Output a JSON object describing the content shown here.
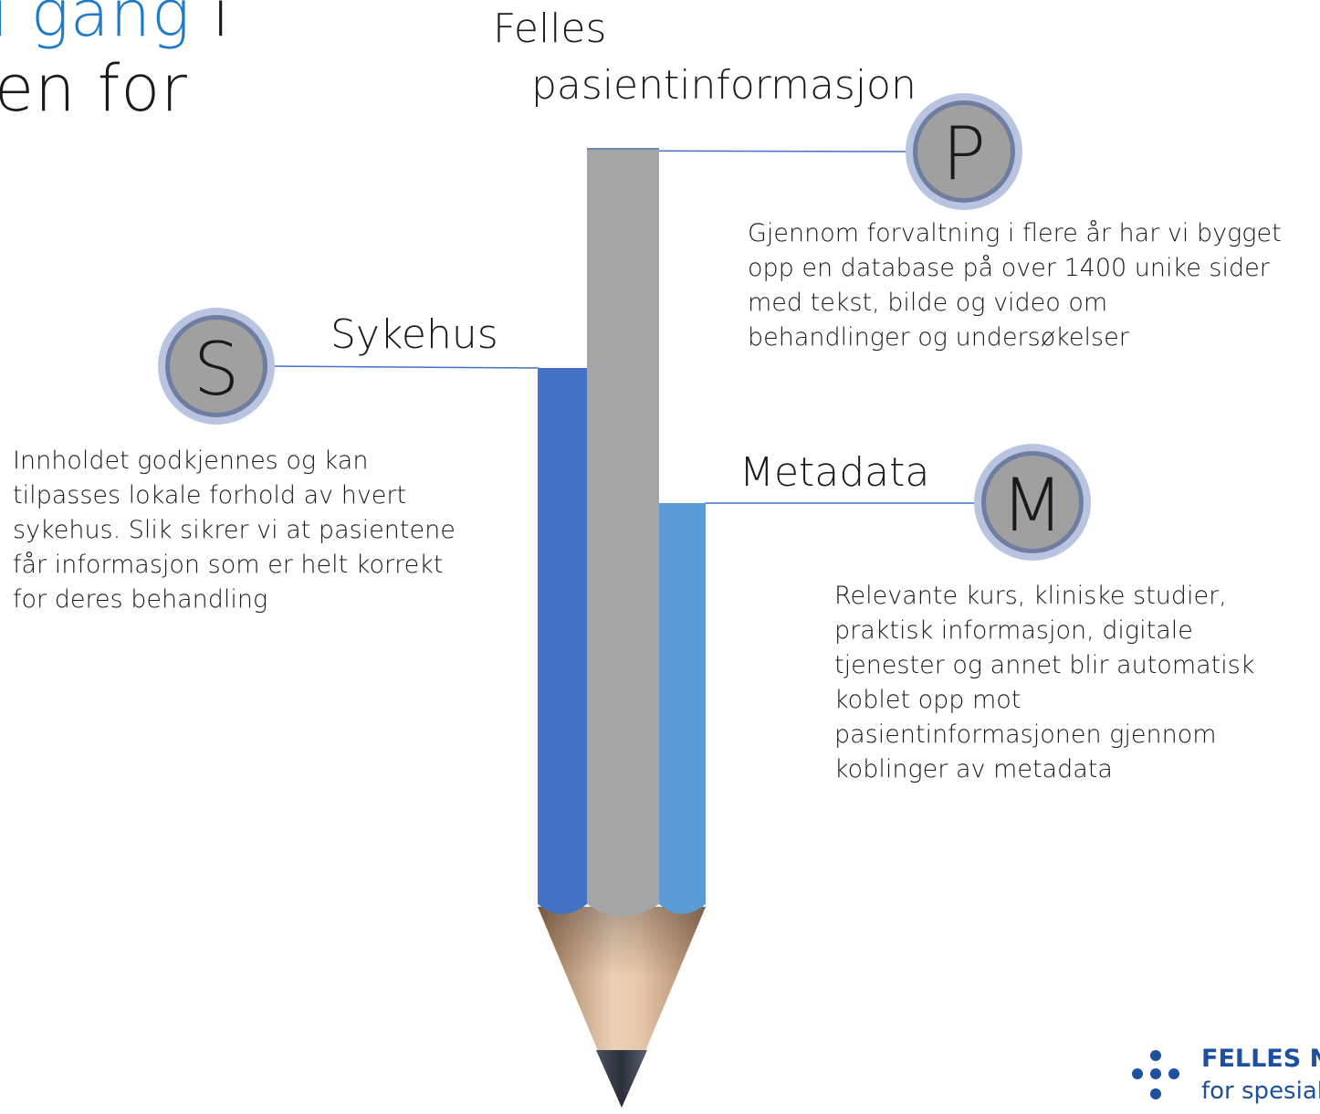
{
  "title": {
    "line1_accent": "i gang",
    "line1_tail": " i",
    "line2": "en for"
  },
  "pencil": {
    "colors": {
      "middle": "#a5a5a5",
      "left": "#4472c4",
      "right": "#5b9bd5",
      "wood_dark": "#a07a5c",
      "wood_light": "#e8c6aa",
      "tip": "#2e2e3a",
      "connector_line": "#4472c4",
      "circle_outer": "#b8c4e0",
      "circle_ring": "#6f7ea0",
      "circle_fill": "#a0a0a0"
    }
  },
  "sections": {
    "felles": {
      "label_line1": "Felles",
      "label_line2": "pasientinformasjon",
      "letter": "P",
      "description": [
        "Gjennom forvaltning i flere år har vi bygget",
        "opp en database på over 1400 unike sider",
        "med tekst, bilde og video om",
        "behandlinger og undersøkelser"
      ]
    },
    "sykehus": {
      "label": "Sykehus",
      "letter": "S",
      "description": [
        "Innholdet godkjennes og kan",
        "tilpasses lokale forhold av hvert",
        "sykehus. Slik sikrer vi at pasientene",
        "får informasjon som er helt korrekt",
        "for deres behandling"
      ]
    },
    "metadata": {
      "label": "Metadata",
      "letter": "M",
      "description": [
        "Relevante kurs, kliniske studier,",
        "praktisk informasjon, digitale",
        "tjenester og annet blir automatisk",
        "koblet opp mot",
        "pasientinformasjonen gjennom",
        "koblinger av metadata"
      ]
    }
  },
  "logo": {
    "line1": "FELLES N",
    "line2": "for spesial"
  }
}
